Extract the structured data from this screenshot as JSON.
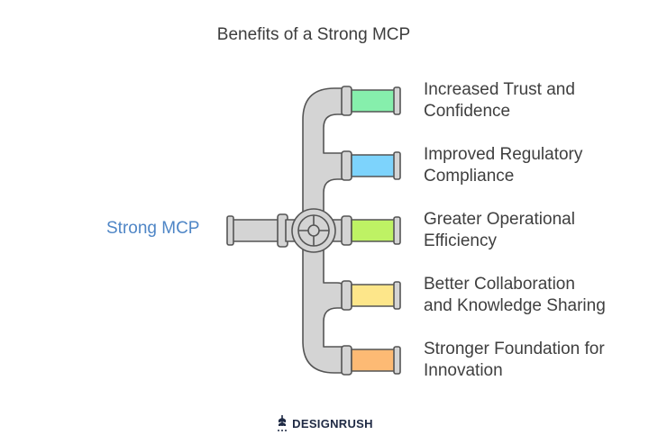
{
  "title": "Benefits of a Strong MCP",
  "source": {
    "label": "Strong MCP"
  },
  "benefits": [
    {
      "line1": "Increased Trust and",
      "line2": "Confidence",
      "color": "#86efac"
    },
    {
      "line1": "Improved Regulatory",
      "line2": "Compliance",
      "color": "#7dd3fc"
    },
    {
      "line1": "Greater Operational",
      "line2": "Efficiency",
      "color": "#bef264"
    },
    {
      "line1": "Better Collaboration",
      "line2": "and Knowledge Sharing",
      "color": "#fde68a"
    },
    {
      "line1": "Stronger Foundation for",
      "line2": "Innovation",
      "color": "#fdba74"
    }
  ],
  "colors": {
    "pipe": "#d4d4d4",
    "outline": "#555555",
    "label_blue": "#4f86c6"
  },
  "footer": {
    "brand": "DESIGNRUSH",
    "icon": "designrush-logo-icon"
  }
}
